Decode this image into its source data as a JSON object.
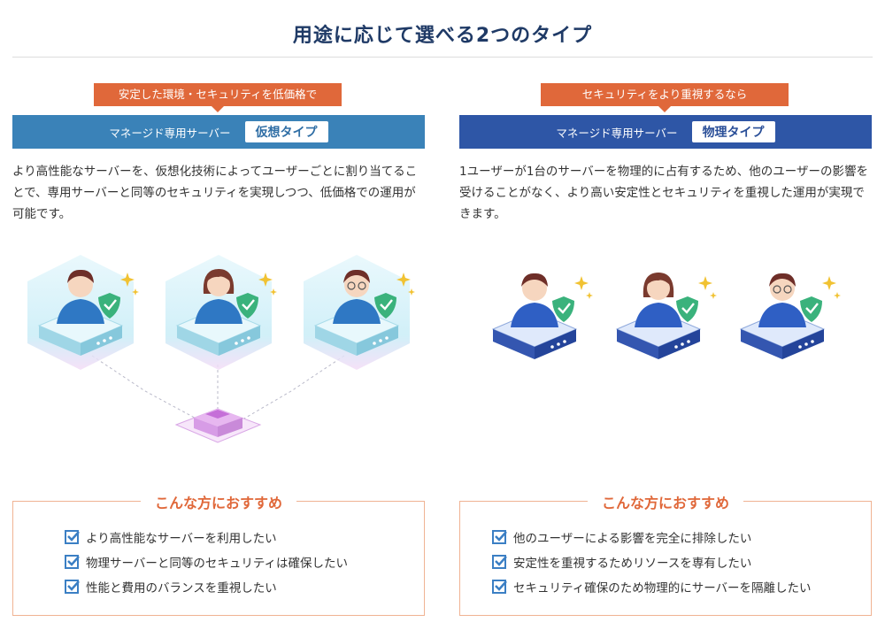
{
  "title": "用途に応じて選べる2つのタイプ",
  "left": {
    "tagline": "安定した環境・セキュリティを低価格で",
    "label": "マネージド専用サーバー",
    "type": "仮想タイプ",
    "description": "より高性能なサーバーを、仮想化技術によってユーザーごとに割り当てることで、専用サーバーと同等のセキュリティを実現しつつ、低価格での運用が可能です。",
    "recommend_title": "こんな方におすすめ",
    "recommend": [
      "より高性能なサーバーを利用したい",
      "物理サーバーと同等のセキュリティは確保したい",
      "性能と費用のバランスを重視したい"
    ]
  },
  "right": {
    "tagline": "セキュリティをより重視するなら",
    "label": "マネージド専用サーバー",
    "type": "物理タイプ",
    "description": "1ユーザーが1台のサーバーを物理的に占有するため、他のユーザーの影響を受けることがなく、より高い安定性とセキュリティを重視した運用が実現できます。",
    "recommend_title": "こんな方におすすめ",
    "recommend": [
      "他のユーザーによる影響を完全に排除したい",
      "安定性を重視するためリソースを専有したい",
      "セキュリティ確保のため物理的にサーバーを隔離したい"
    ]
  },
  "colors": {
    "accent_orange": "#e0683a",
    "virtual_blue": "#3a82b8",
    "physical_blue": "#2e56a6",
    "title_navy": "#1f3a66"
  },
  "icons": [
    "user-icon",
    "shield-check-icon",
    "sparkle-icon",
    "server-icon",
    "checkbox-icon"
  ]
}
